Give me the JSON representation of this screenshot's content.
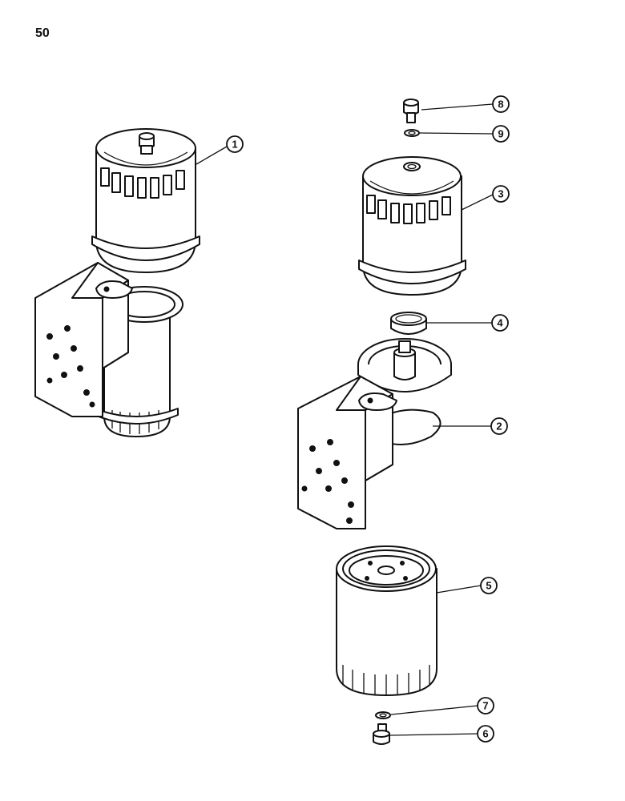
{
  "page": {
    "number": "50"
  },
  "callouts": [
    {
      "id": "1",
      "label": "1"
    },
    {
      "id": "2",
      "label": "2"
    },
    {
      "id": "3",
      "label": "3"
    },
    {
      "id": "4",
      "label": "4"
    },
    {
      "id": "5",
      "label": "5"
    },
    {
      "id": "6",
      "label": "6"
    },
    {
      "id": "7",
      "label": "7"
    },
    {
      "id": "8",
      "label": "8"
    },
    {
      "id": "9",
      "label": "9"
    }
  ]
}
